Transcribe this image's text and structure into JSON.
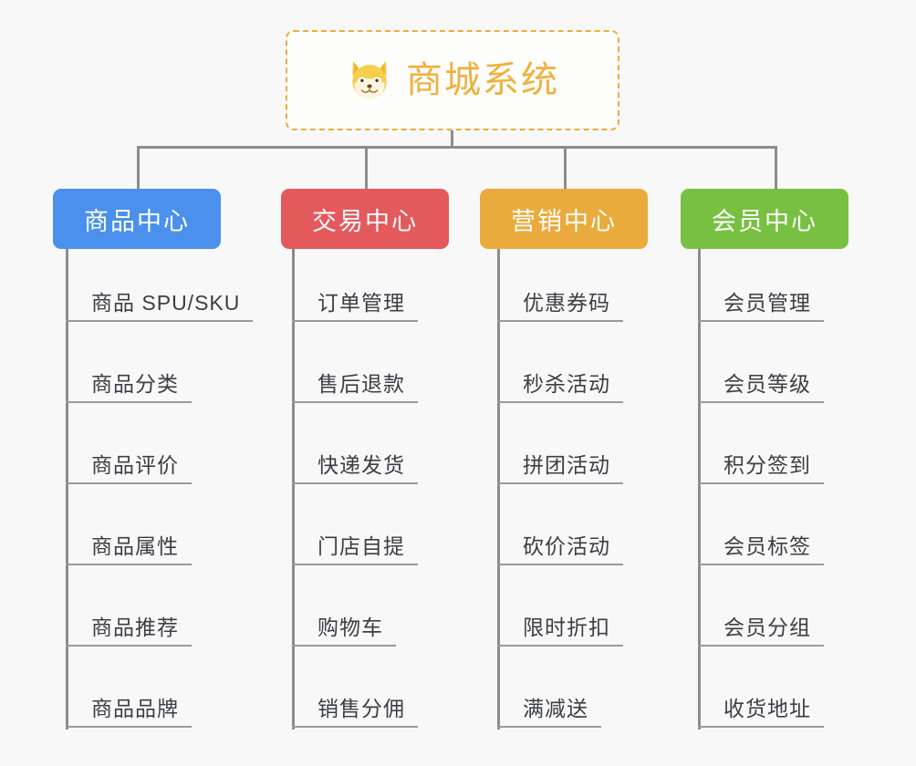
{
  "diagram": {
    "title": "商城系统",
    "root_icon": "shiba-inu-icon",
    "background_color": "#f8f8f8",
    "root_border_color": "#eeab3e",
    "root_text_color": "#edb13f",
    "connector_color": "#8c8c8c",
    "leaf_text_color": "#3b3f45",
    "leaf_rule_color": "#9a9a9a",
    "columns": [
      {
        "label": "商品中心",
        "color": "#4a90ec",
        "items": [
          "商品 SPU/SKU",
          "商品分类",
          "商品评价",
          "商品属性",
          "商品推荐",
          "商品品牌"
        ]
      },
      {
        "label": "交易中心",
        "color": "#e4595b",
        "items": [
          "订单管理",
          "售后退款",
          "快递发货",
          "门店自提",
          "购物车",
          "销售分佣"
        ]
      },
      {
        "label": "营销中心",
        "color": "#eaab3c",
        "items": [
          "优惠券码",
          "秒杀活动",
          "拼团活动",
          "砍价活动",
          "限时折扣",
          "满减送"
        ]
      },
      {
        "label": "会员中心",
        "color": "#78c042",
        "items": [
          "会员管理",
          "会员等级",
          "积分签到",
          "会员标签",
          "会员分组",
          "收货地址"
        ]
      }
    ]
  }
}
